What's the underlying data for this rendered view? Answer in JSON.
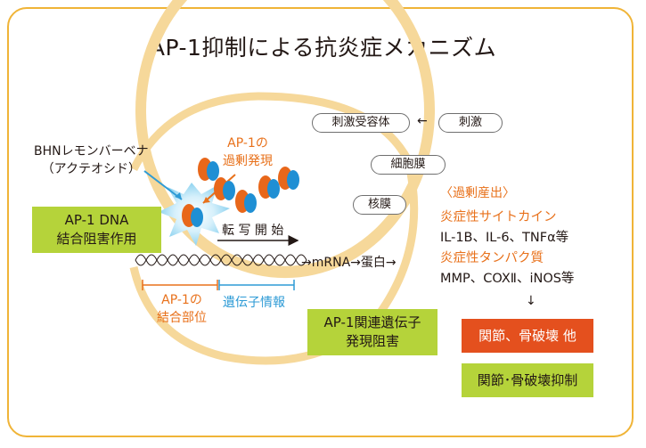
{
  "title": "AP-1抑制による抗炎症メカニズム",
  "bhn_label": "BHNレモンバーベナ\n（アクテオシド）",
  "ap1_overexpression": "AP-1の\n過剰発現",
  "stimulus_receptor": "刺激受容体",
  "stimulus_arrow": "←",
  "stimulus": "刺激",
  "cell_membrane": "細胞膜",
  "nuclear_membrane": "核膜",
  "ap1_dna_block": "AP-1 DNA\n結合阻害作用",
  "transcription": "転 写 開 始",
  "mrna_flow": "→mRNA→蛋白→",
  "ap1_binding_site": "AP-1の\n結合部位",
  "gene_info": "遺伝子情報",
  "ap1_gene_block": "AP-1関連遺伝子\n発現阻害",
  "overproduction": {
    "header": "〈過剰産出〉",
    "cytokine_label": "炎症性サイトカイン",
    "cytokines": "IL-1B、IL-6、TNFα等",
    "protein_label": "炎症性タンパク質",
    "proteins": "MMP、COXⅡ、iNOS等"
  },
  "down_arrow": "↓",
  "joint_destruction": "関節、骨破壊 他",
  "joint_suppression": "関節･骨破壊抑制",
  "colors": {
    "frame": "#f0b437",
    "cell_ring": "#f6d89a",
    "green_box": "#b5d33a",
    "red_box": "#e4501e",
    "orange_text": "#e8711b",
    "blue_text": "#2e9bd6",
    "ap1_orange": "#e8671a",
    "ap1_blue": "#1f8fd4"
  }
}
